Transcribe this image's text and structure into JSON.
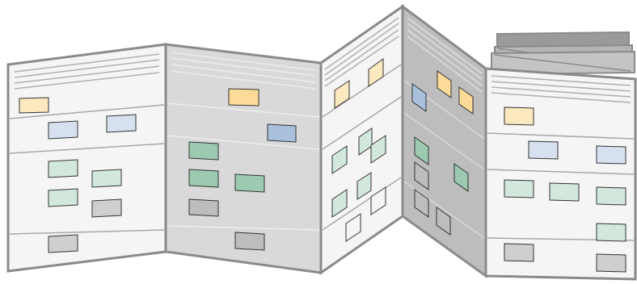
{
  "colors": {
    "panel_light": "#f5f5f5",
    "panel_mid": "#d9d9d9",
    "panel_dark": "#bdbdbd",
    "outline": "#8a8a8a",
    "rule": "#a8a8a8",
    "note_yellow": "#fde9bf",
    "note_yellow_bright": "#fcdb98",
    "note_blue": "#d6e0ee",
    "note_blue_mid": "#a8c0dc",
    "note_green": "#d3e8dc",
    "note_green_mid": "#9ccab1",
    "note_gray": "#cfcfcf",
    "note_stroke": "#333333"
  },
  "diagram": {
    "kind": "accordion-folded-board",
    "panels": [
      {
        "name": "panel-1",
        "shade": "light",
        "notes": [
          "yellow",
          "blue",
          "blue",
          "green",
          "green",
          "green",
          "gray",
          "gray"
        ]
      },
      {
        "name": "panel-2",
        "shade": "mid",
        "notes": [
          "yellow",
          "blue",
          "green",
          "green",
          "green",
          "gray",
          "gray"
        ]
      },
      {
        "name": "panel-3",
        "shade": "light",
        "notes": [
          "yellow",
          "yellow",
          "green",
          "green",
          "green",
          "green",
          "green",
          "outline",
          "outline"
        ]
      },
      {
        "name": "panel-4",
        "shade": "dark",
        "notes": [
          "yellow",
          "yellow",
          "blue",
          "green",
          "green",
          "outline",
          "outline",
          "outline"
        ]
      },
      {
        "name": "panel-5",
        "shade": "light",
        "notes": [
          "yellow",
          "blue",
          "blue",
          "green",
          "green",
          "green",
          "green",
          "gray",
          "gray"
        ]
      }
    ]
  }
}
